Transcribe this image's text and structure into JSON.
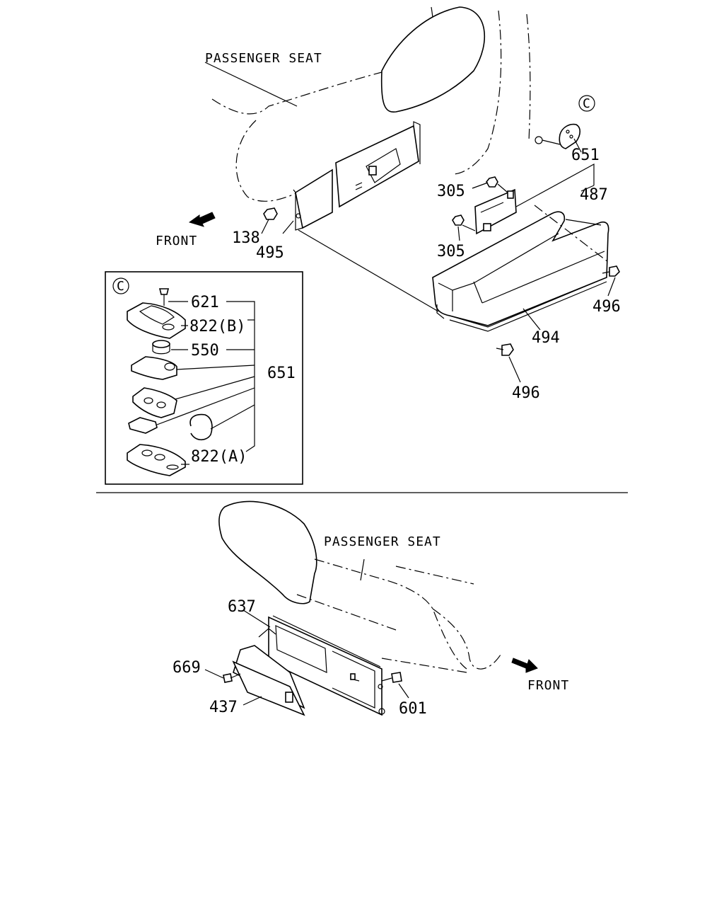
{
  "upper_view": {
    "seat_label": "PASSENGER SEAT",
    "front_label": "FRONT",
    "callouts": [
      "138",
      "495",
      "305",
      "305",
      "651",
      "487",
      "496",
      "494",
      "496"
    ],
    "detail_marker": "C"
  },
  "detail_view": {
    "marker": "C",
    "callouts": [
      "621",
      "822(B)",
      "550",
      "651",
      "822(A)"
    ]
  },
  "lower_view": {
    "seat_label": "PASSENGER SEAT",
    "front_label": "FRONT",
    "callouts": [
      "637",
      "669",
      "437",
      "601"
    ]
  }
}
